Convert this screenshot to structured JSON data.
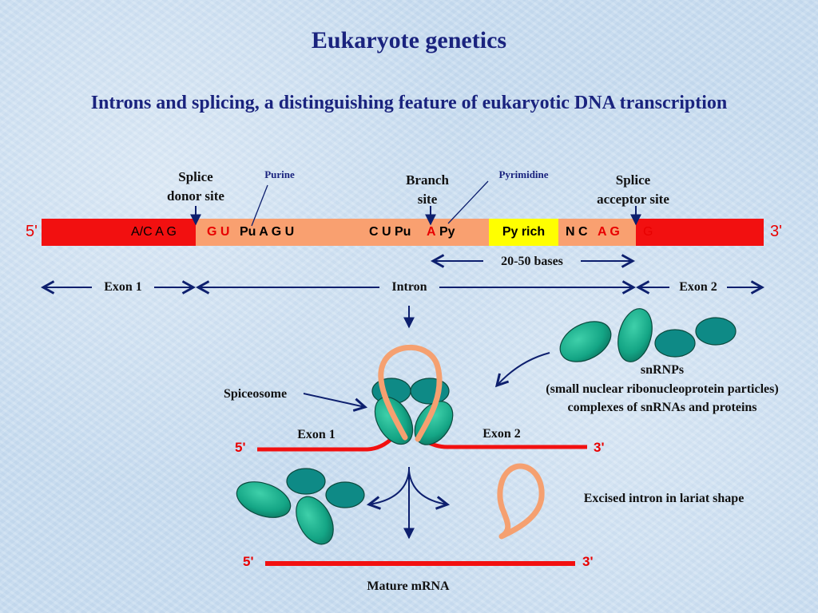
{
  "title": "Eukaryote genetics",
  "subtitle": "Introns and splicing, a distinguishing feature of eukaryotic DNA transcription",
  "labels": {
    "splice_donor": "Splice\ndonor site",
    "purine": "Purine",
    "branch_site": "Branch\nsite",
    "pyrimidine": "Pyrimidine",
    "splice_acceptor": "Splice\nacceptor site",
    "bases_range": "20-50 bases",
    "exon1": "Exon 1",
    "intron": "Intron",
    "exon2": "Exon 2",
    "snrnps": "snRNPs",
    "snrnps_full": "(small nuclear ribonucleoprotein particles)",
    "snrnps_desc": "complexes of snRNAs and proteins",
    "spliceosome": "Spiceosome",
    "lariat": "Excised intron in lariat shape",
    "mature_mrna": "Mature mRNA"
  },
  "ends": {
    "five": "5'",
    "three": "3'"
  },
  "sequence": {
    "exon1_seq": "A/C A G",
    "donor_gu": "G U",
    "donor_rest": "Pu A G U",
    "branch_left": "C U Pu",
    "branch_a": "A",
    "branch_right": "Py",
    "py_rich": "Py rich",
    "acc_nc": "N C",
    "acc_ag": "A G",
    "exon2_seq": "G"
  },
  "colors": {
    "exon": "#f21010",
    "intron": "#f9a070",
    "py_rich": "#ffff00",
    "arrow": "#0d1f6e",
    "snrnp": "#14a585",
    "lariat": "#f5a070"
  }
}
